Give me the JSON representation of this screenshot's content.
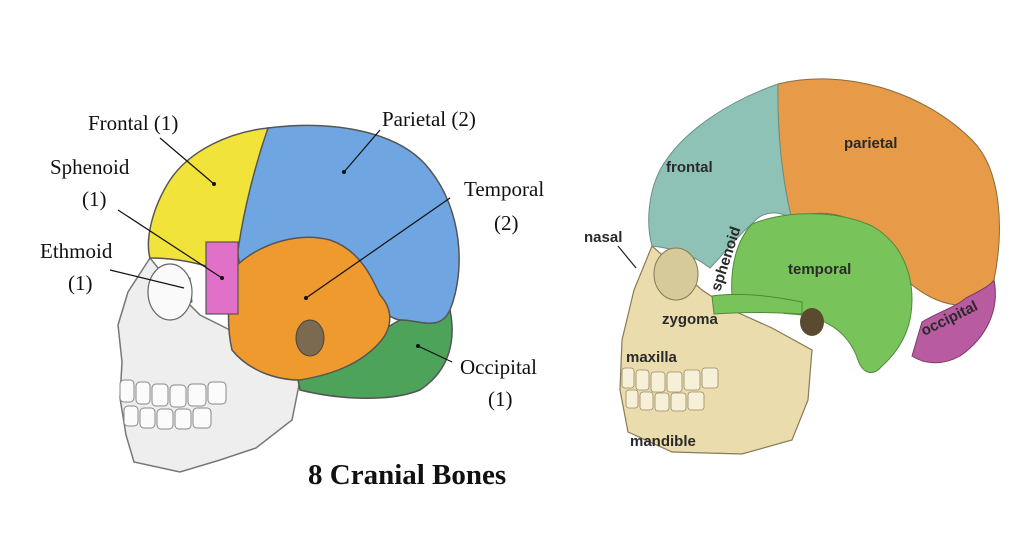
{
  "left_diagram": {
    "title": "8 Cranial Bones",
    "labels": {
      "frontal": "Frontal (1)",
      "parietal": "Parietal (2)",
      "sphenoid_1": "Sphenoid",
      "sphenoid_2": "(1)",
      "temporal_1": "Temporal",
      "temporal_2": "(2)",
      "ethmoid_1": "Ethmoid",
      "ethmoid_2": "(1)",
      "occipital_1": "Occipital",
      "occipital_2": "(1)"
    },
    "colors": {
      "frontal": "#f2e33a",
      "parietal": "#6fa6e2",
      "sphenoid": "#e070c8",
      "temporal": "#ee9a2e",
      "ethmoid": "#e3263a",
      "occipital": "#4ea35a",
      "skull": "#eeeeee"
    }
  },
  "right_diagram": {
    "labels": {
      "frontal": "frontal",
      "parietal": "parietal",
      "nasal": "nasal",
      "sphenoid": "sphenoid",
      "temporal": "temporal",
      "zygoma": "zygoma",
      "maxilla": "maxilla",
      "mandible": "mandible",
      "occipital": "occipital"
    },
    "colors": {
      "frontal": "#8fc2b6",
      "parietal": "#e79a47",
      "temporal": "#78c45a",
      "occipital": "#b85ba0",
      "bone": "#eadcad"
    }
  }
}
